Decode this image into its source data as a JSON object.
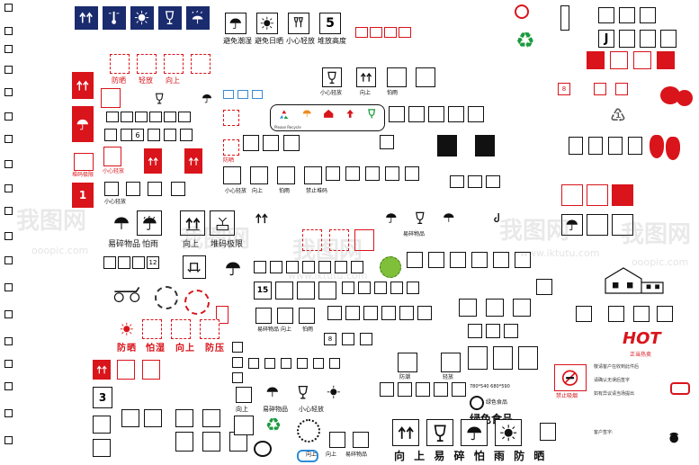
{
  "labels": {
    "avoid_damp": "避免潮湿",
    "avoid_sun": "避免日晒",
    "handle_care": "小心轻放",
    "stack_height": "堆放高度",
    "fragile": "防晒",
    "light_place": "轻放",
    "up": "向上",
    "keep_upright": "向上",
    "fear_rain": "怕雨",
    "fear_damp": "怕湿",
    "stack_limit": "堆码极限",
    "handle_light": "小心轻放",
    "fear_pressure": "防压",
    "fear_dump": "防潮",
    "fragile_goods": "易碎物品",
    "no_stack": "禁止堆码",
    "green_food": "绿色食品",
    "green_food_small": "绿色食品",
    "bottom_banner": "向 上 易 碎 怕 雨 防 晒",
    "hot_text": "HOT",
    "hot_sub": "正当热卖",
    "no_smoking": "禁止吸烟",
    "recycle_caption": "Please Recycle",
    "stack_number": "5",
    "number_3": "3",
    "number_6": "6",
    "number_12": "12",
    "number_15": "15",
    "number_8": "8",
    "number_1": "1",
    "code_line": "780*540 680*590",
    "side_note": "敬请客户在收到此件后",
    "side_note_2": "请确认无误后签字",
    "side_note_3": "如有异议请当场提出",
    "side_note_4": "客户签字:"
  },
  "watermarks": {
    "brand": "我图网",
    "domain": "ooopic.com",
    "site": "www.iktutu.com"
  },
  "colors": {
    "red": "#d9141b",
    "navy": "#1a2b6e",
    "green": "#1b9a3e",
    "black": "#111111"
  },
  "icons": [
    "umbrella-icon",
    "arrows-up-icon",
    "glass-icon",
    "sun-icon",
    "thermometer-icon",
    "recycle-icon",
    "flame-icon",
    "hook-icon",
    "stack-icon",
    "rain-icon"
  ]
}
